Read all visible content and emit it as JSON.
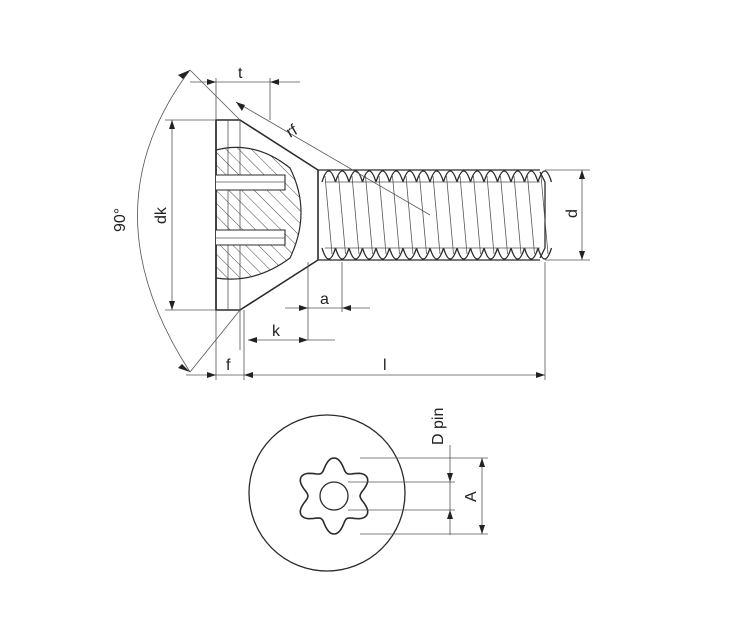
{
  "labels": {
    "t": "t",
    "rf": "rf",
    "angle": "90°",
    "dk": "dk",
    "d": "d",
    "a": "a",
    "k": "k",
    "f": "f",
    "l": "l",
    "d_pin": "D pin",
    "A": "A"
  },
  "colors": {
    "line": "#2b2b2b",
    "background": "#ffffff"
  }
}
